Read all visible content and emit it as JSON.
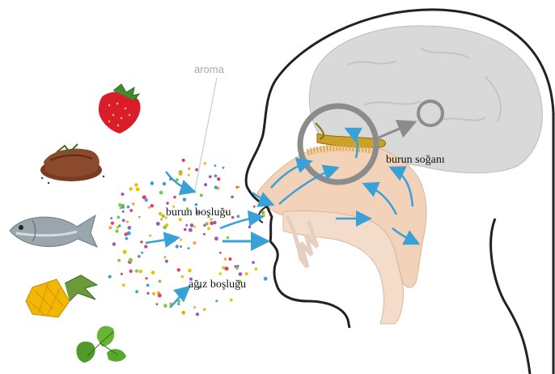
{
  "labels": {
    "aroma": "aroma",
    "nasal_cavity": "burun boşluğu",
    "olfactory_bulb": "burun soğanı",
    "oral_cavity": "ağız boşluğu"
  },
  "foods": [
    "strawberry",
    "steak",
    "fish",
    "pineapple",
    "basil-leaves"
  ],
  "colors": {
    "head_outline": "#222222",
    "brain": "#d9d9d9",
    "nasal_tissue": "#f2d2b8",
    "olfactory_bulb": "#c9a227",
    "magnifier": "#8c8c8c",
    "airflow": "#3aa0d8",
    "aroma_line": "#cccccc"
  },
  "particle_colors": [
    "#e23b6d",
    "#3aa0d8",
    "#f5a623",
    "#7ac943",
    "#9b59b6",
    "#e8c200"
  ]
}
